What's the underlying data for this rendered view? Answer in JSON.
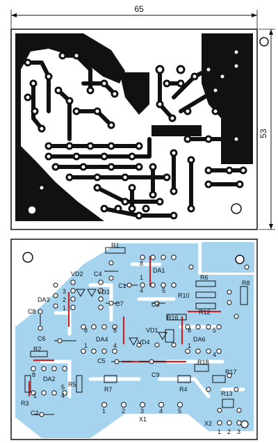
{
  "dimensions": {
    "width": "65",
    "height": "53"
  },
  "components": {
    "R1": "R1",
    "R2": "R2",
    "R3": "R3",
    "R4": "R4",
    "R5": "R5",
    "R6": "R6",
    "R7": "R7",
    "R8": "R8",
    "R10": "R10",
    "R12": "R12",
    "R13": "R13",
    "R16": "R16",
    "R17": "R17",
    "R18": "R18",
    "C1": "C1",
    "C2": "C2",
    "C3": "C3",
    "C4": "C4",
    "C5": "C5",
    "C6": "C6",
    "C7": "C7",
    "C8": "C8",
    "C9": "C9",
    "DA1": "DA1",
    "DA2": "DA2",
    "DA3": "DA3",
    "DA4": "DA4",
    "DA6": "DA6",
    "VD1": "VD1",
    "VD2": "VD2",
    "VD3": "VD3",
    "VD4": "VD4",
    "X1": "X1",
    "X2": "X2"
  },
  "pins": {
    "p1": "1",
    "p2": "2",
    "p3": "3",
    "p4": "4",
    "p5": "5",
    "p8": "8"
  },
  "colors": {
    "copper": "#111111",
    "board_top": "#ffffff",
    "board_bottom_bg": "#ffffff",
    "bottom_copper": "#a6d4ef",
    "jumper": "#cc2222",
    "pad": "#ffffff"
  }
}
